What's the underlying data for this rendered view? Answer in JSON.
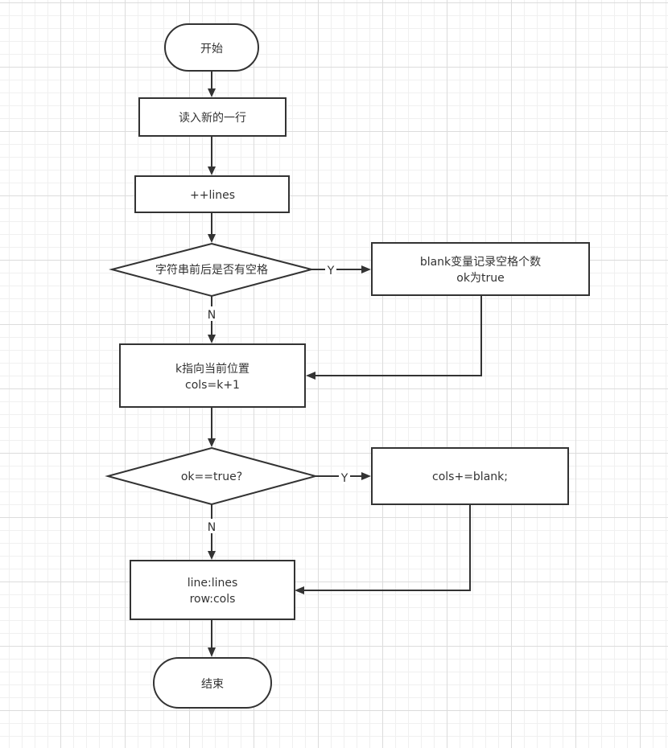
{
  "nodes": {
    "start": {
      "text": "开始"
    },
    "read_line": {
      "text": "读入新的一行"
    },
    "inc_lines": {
      "text": "++lines"
    },
    "check_space": {
      "text": "字符串前后是否有空格"
    },
    "blank_record": {
      "line1": "blank变量记录空格个数",
      "line2": "ok为true"
    },
    "k_pos": {
      "line1": "k指向当前位置",
      "line2": "cols=k+1"
    },
    "check_ok": {
      "text": "ok==true?"
    },
    "cols_add": {
      "text": "cols+=blank;"
    },
    "output": {
      "line1": "line:lines",
      "line2": "row:cols"
    },
    "end": {
      "text": "结束"
    }
  },
  "edge_labels": {
    "space_yes": "Y",
    "space_no": "N",
    "ok_yes": "Y",
    "ok_no": "N"
  },
  "colors": {
    "stroke": "#333333",
    "text": "#333333",
    "fill": "#ffffff",
    "grid_major": "#dcdcdc",
    "grid_minor": "#f0f0f0"
  }
}
